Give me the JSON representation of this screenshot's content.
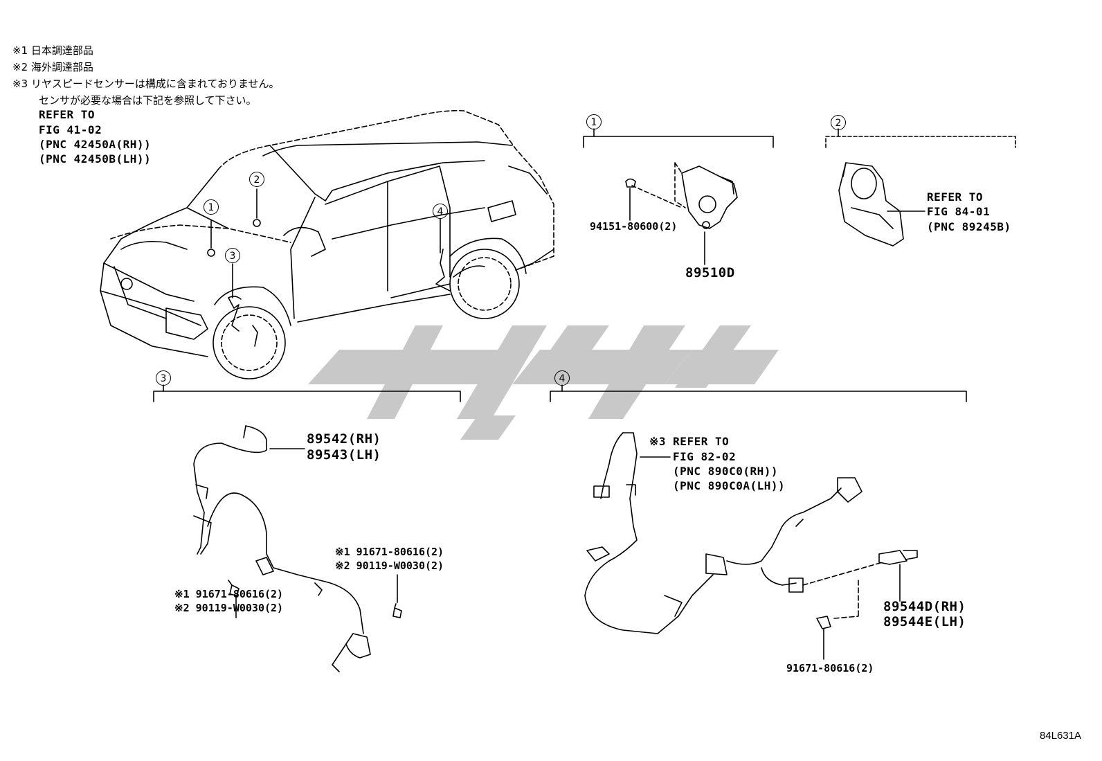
{
  "notes": {
    "n1": "※1 日本調達部品",
    "n2": "※2 海外調達部品",
    "n3": "※3 リヤスピードセンサーは構成に含まれておりません。",
    "n3b": "センサが必要な場合は下記を参照して下さい。",
    "ref1": "REFER TO",
    "ref2": "FIG 41-02",
    "ref3": "(PNC 42450A(RH))",
    "ref4": "(PNC 42450B(LH))"
  },
  "callouts": {
    "c1": "1",
    "c2": "2",
    "c3": "3",
    "c4": "4"
  },
  "group1": {
    "bolt": "94151-80600(2)",
    "part": "89510D"
  },
  "group2": {
    "ref1": "REFER TO",
    "ref2": "FIG 84-01",
    "ref3": "(PNC 89245B)"
  },
  "group3": {
    "part_rh": "89542(RH)",
    "part_lh": "89543(LH)",
    "boltA_1": "※1 91671-80616(2)",
    "boltA_2": "※2 90119-W0030(2)",
    "boltB_1": "※1 91671-80616(2)",
    "boltB_2": "※2 90119-W0030(2)"
  },
  "group4": {
    "ref1": "※3 REFER TO",
    "ref2": "FIG 82-02",
    "ref3": "(PNC 890C0(RH))",
    "ref4": "(PNC 890C0A(LH))",
    "part_rh": "89544D(RH)",
    "part_lh": "89544E(LH)",
    "bolt": "91671-80616(2)"
  },
  "figure_code": "84L631A",
  "colors": {
    "line": "#000000",
    "watermark": "#c8c8c8",
    "background": "#ffffff"
  }
}
